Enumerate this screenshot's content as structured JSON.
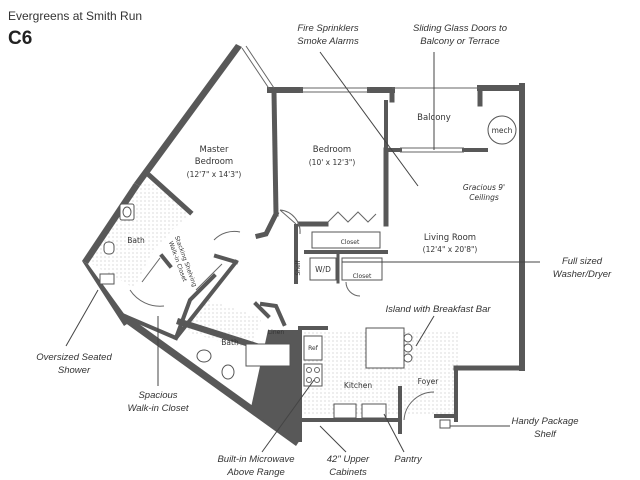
{
  "header": {
    "title": "Evergreens at Smith Run",
    "unit": "C6"
  },
  "rooms": {
    "master_name_1": "Master",
    "master_name_2": "Bedroom",
    "master_dim": "(12'7\" x 14'3\")",
    "bedroom_name": "Bedroom",
    "bedroom_dim": "(10' x 12'3\")",
    "balcony": "Balcony",
    "mech": "mech",
    "living_name": "Living Room",
    "living_dim": "(12'4\" x 20'8\")",
    "ceilings_1": "Gracious 9'",
    "ceilings_2": "Ceilings",
    "bath_master": "Bath",
    "bath_hall": "Bath",
    "kitchen": "Kitchen",
    "foyer": "Foyer",
    "closet_bed": "Closet",
    "closet_hall": "Closet",
    "wd": "W/D",
    "linen": "Linen",
    "shelf": "Shelf",
    "ref": "Ref",
    "walkin_1": "Walk-in Closet",
    "walkin_2": "Stacking Shelving"
  },
  "callouts": {
    "sprinklers_1": "Fire Sprinklers",
    "sprinklers_2": "Smoke Alarms",
    "sliding_1": "Sliding Glass Doors to",
    "sliding_2": "Balcony or Terrace",
    "washer_1": "Full sized",
    "washer_2": "Washer/Dryer",
    "island": "Island with Breakfast Bar",
    "shower_1": "Oversized Seated",
    "shower_2": "Shower",
    "closet_1": "Spacious",
    "closet_2": "Walk-in Closet",
    "microwave_1": "Built-in Microwave",
    "microwave_2": "Above Range",
    "cabinets_1": "42\" Upper",
    "cabinets_2": "Cabinets",
    "pantry": "Pantry",
    "package_1": "Handy Package",
    "package_2": "Shelf"
  },
  "colors": {
    "wall": "#585858",
    "text": "#333333",
    "background": "#ffffff"
  }
}
